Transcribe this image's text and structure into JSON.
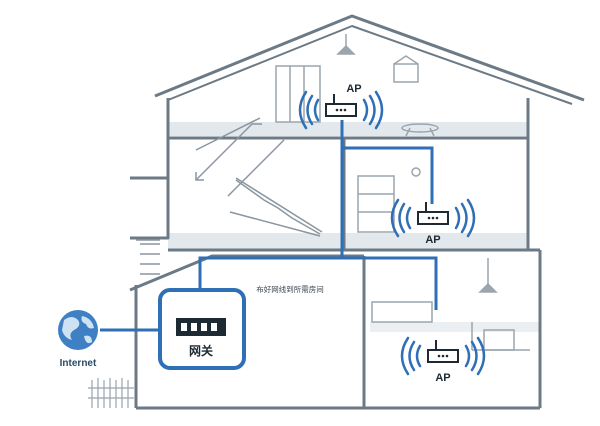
{
  "labels": {
    "ap_top": "AP",
    "ap_middle": "AP",
    "ap_bottom": "AP",
    "gateway": "网关",
    "internet": "Internet",
    "cable_note": "布好网线到所需房间"
  },
  "colors": {
    "cable": "#2f6fb5",
    "wall": "#6c7a86",
    "floor": "#d7dde2",
    "signal": "#2f6fb5",
    "device": "#1e2a33"
  }
}
